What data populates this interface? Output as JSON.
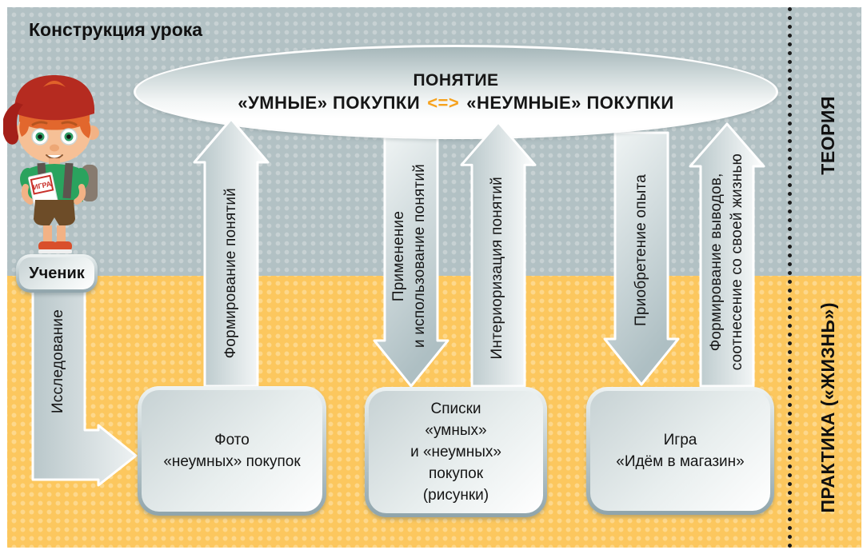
{
  "title": "Конструкция урока",
  "sections": {
    "theory_label": "ТЕОРИЯ",
    "practice_label": "ПРАКТИКА («ЖИЗНЬ»)"
  },
  "student": {
    "label": "Ученик",
    "book_label": "ИГРА"
  },
  "concept": {
    "heading": "ПОНЯТИЕ",
    "left": "«УМНЫЕ» ПОКУПКИ",
    "symbol": "<=>",
    "right": "«НЕУМНЫЕ» ПОКУПКИ"
  },
  "arrows": [
    {
      "direction": "down-then-right",
      "lines": [
        "Исследование"
      ]
    },
    {
      "direction": "up",
      "lines": [
        "Формирование понятий"
      ]
    },
    {
      "direction": "down",
      "lines": [
        "Применение",
        "и использование понятий"
      ]
    },
    {
      "direction": "up",
      "lines": [
        "Интериоризация понятий"
      ]
    },
    {
      "direction": "down",
      "lines": [
        "Приобретение опыта"
      ]
    },
    {
      "direction": "up",
      "lines": [
        "Формирование выводов,",
        "соотнесение со своей жизнью"
      ]
    }
  ],
  "boxes": [
    {
      "lines": [
        "Фото",
        "«неумных» покупок"
      ]
    },
    {
      "lines": [
        "Списки",
        "«умных»",
        "и «неумных»",
        "покупок",
        "(рисунки)"
      ]
    },
    {
      "lines": [
        "Игра",
        "«Идём в магазин»"
      ]
    }
  ],
  "colors": {
    "theory_bg": "#b2c1c4",
    "theory_dot": "#c7d1d3",
    "practice_bg": "#fcc75e",
    "practice_dot": "#fdd88c",
    "accent_orange": "#f6a21d",
    "arrow_fill": "#b9c7ca"
  }
}
